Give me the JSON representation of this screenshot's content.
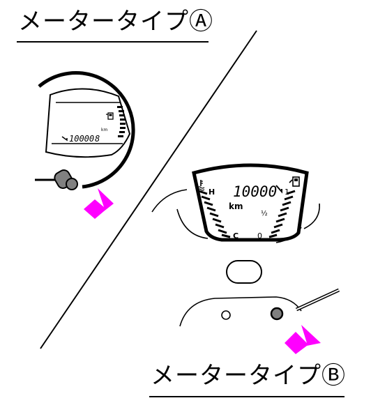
{
  "titles": {
    "type_a": "メータータイプⒶ",
    "type_b": "メータータイプⒷ"
  },
  "meter_a": {
    "odometer": "10000",
    "odometer_suffix": "8",
    "unit": "km"
  },
  "meter_b": {
    "odometer": "10000",
    "unit": "km",
    "temp_hot": "H",
    "temp_cold": "C",
    "fuel_full": "1",
    "fuel_half": "½",
    "fuel_empty": "0"
  },
  "colors": {
    "arrow": "#ff00ff",
    "line": "#000000",
    "knob_gray": "#808080"
  },
  "icons": {
    "coolant": "coolant-temp-icon",
    "fuel": "fuel-pump-icon",
    "trip": "trip-odometer-icon"
  }
}
